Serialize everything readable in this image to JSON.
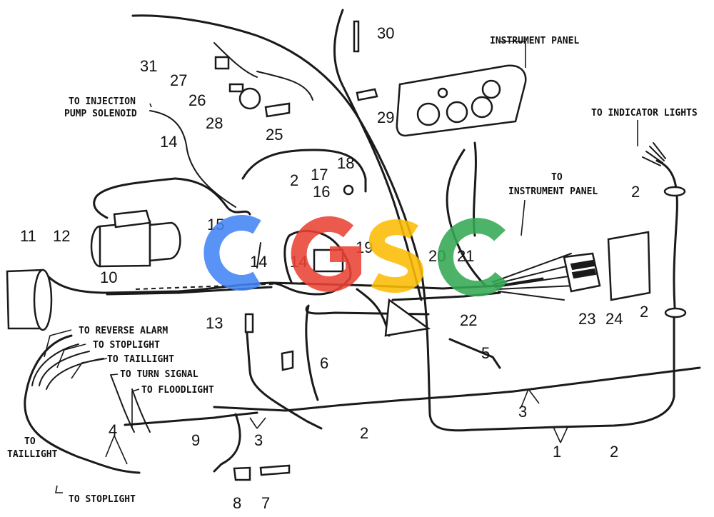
{
  "diagram": {
    "labels": {
      "injection_pump": [
        "TO INJECTION",
        "PUMP SOLENOID"
      ],
      "instrument_panel": "INSTRUMENT PANEL",
      "to_instrument_panel": [
        "TO",
        "INSTRUMENT PANEL"
      ],
      "indicator_lights": "TO INDICATOR LIGHTS",
      "reverse_alarm": "TO REVERSE ALARM",
      "stoplight_top": "TO STOPLIGHT",
      "taillight_top": "TO TAILLIGHT",
      "turn_signal": "TO TURN SIGNAL",
      "floodlight": "TO FLOODLIGHT",
      "taillight_left": [
        "TO",
        "TAILLIGHT"
      ],
      "stoplight_bottom": "TO STOPLIGHT"
    },
    "callouts": [
      {
        "id": "c31",
        "text": "31"
      },
      {
        "id": "c30",
        "text": "30"
      },
      {
        "id": "c27",
        "text": "27"
      },
      {
        "id": "c26",
        "text": "26"
      },
      {
        "id": "c28",
        "text": "28"
      },
      {
        "id": "c25",
        "text": "25"
      },
      {
        "id": "c29",
        "text": "29"
      },
      {
        "id": "c14a",
        "text": "14"
      },
      {
        "id": "c2a",
        "text": "2"
      },
      {
        "id": "c17",
        "text": "17"
      },
      {
        "id": "c18",
        "text": "18"
      },
      {
        "id": "c16",
        "text": "16"
      },
      {
        "id": "c15",
        "text": "15"
      },
      {
        "id": "c11",
        "text": "11"
      },
      {
        "id": "c12",
        "text": "12"
      },
      {
        "id": "c14b",
        "text": "14"
      },
      {
        "id": "c14c",
        "text": "14"
      },
      {
        "id": "c19",
        "text": "19"
      },
      {
        "id": "c20",
        "text": "20"
      },
      {
        "id": "c21",
        "text": "21"
      },
      {
        "id": "c10",
        "text": "10"
      },
      {
        "id": "c2b",
        "text": "2"
      },
      {
        "id": "c2c",
        "text": "2"
      },
      {
        "id": "c22",
        "text": "22"
      },
      {
        "id": "c23",
        "text": "23"
      },
      {
        "id": "c24",
        "text": "24"
      },
      {
        "id": "c13",
        "text": "13"
      },
      {
        "id": "c5",
        "text": "5"
      },
      {
        "id": "c6",
        "text": "6"
      },
      {
        "id": "c3a",
        "text": "3"
      },
      {
        "id": "c4",
        "text": "4"
      },
      {
        "id": "c9",
        "text": "9"
      },
      {
        "id": "c3b",
        "text": "3"
      },
      {
        "id": "c2d",
        "text": "2"
      },
      {
        "id": "c1",
        "text": "1"
      },
      {
        "id": "c2e",
        "text": "2"
      },
      {
        "id": "c8",
        "text": "8"
      },
      {
        "id": "c7",
        "text": "7"
      }
    ],
    "watermark": {
      "text": "CGSC",
      "letters": [
        "C",
        "G",
        "S",
        "C"
      ],
      "colors": [
        "#4285F4",
        "#EA4335",
        "#FBBC05",
        "#34A853"
      ]
    }
  }
}
